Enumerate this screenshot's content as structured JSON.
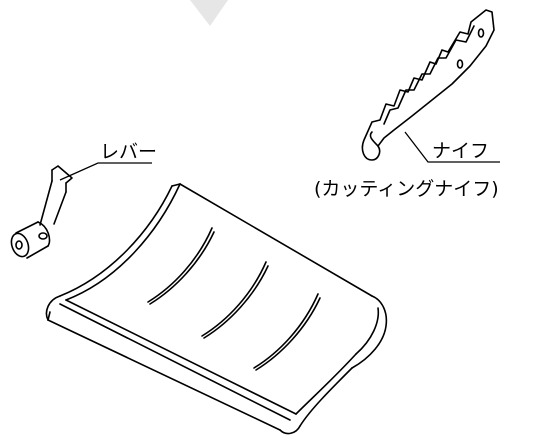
{
  "labels": {
    "lever": "レバー",
    "knife": "ナイフ",
    "knife_alt": "(カッティングナイフ)"
  },
  "colors": {
    "line": "#000000",
    "background": "#ffffff",
    "corner_mark": "#e6e6e6"
  }
}
